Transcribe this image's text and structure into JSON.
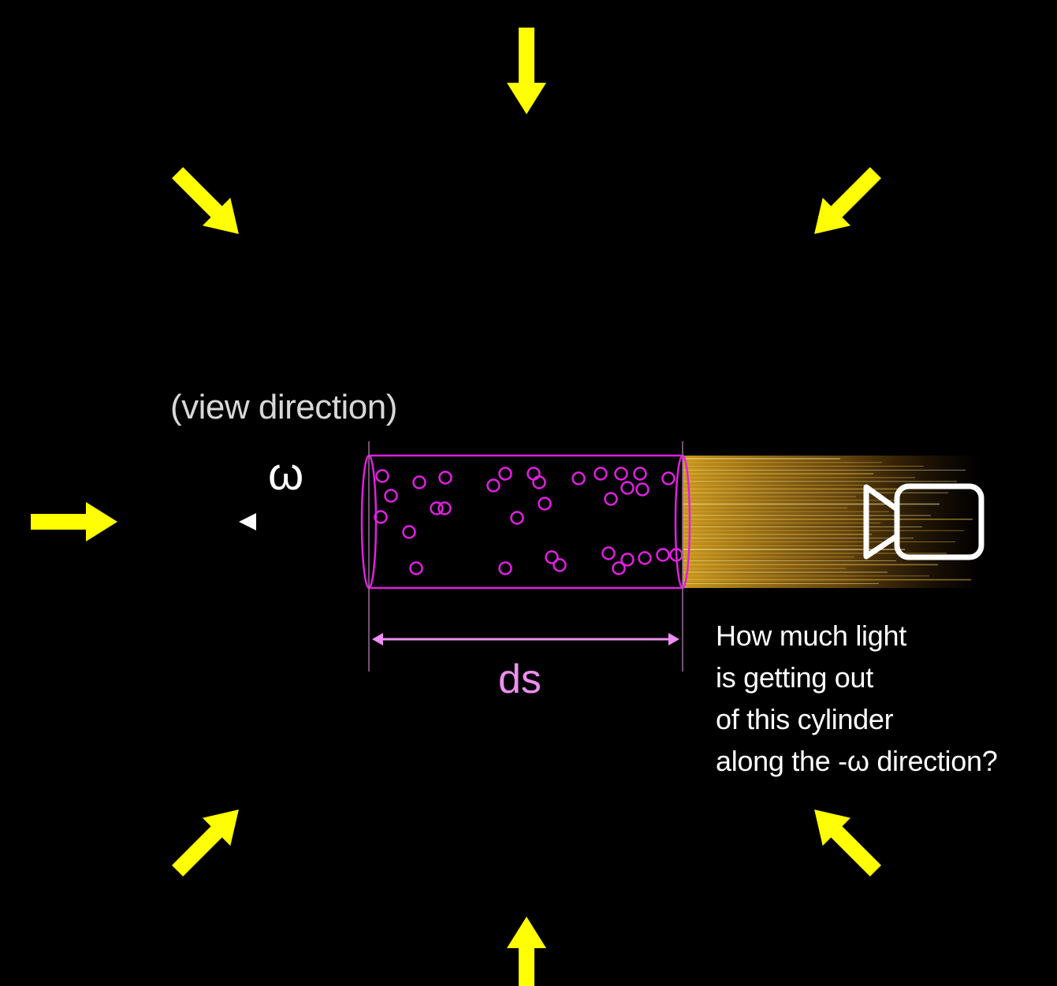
{
  "labels": {
    "view_direction": "(view direction)",
    "omega": "ω",
    "ds": "ds",
    "question": [
      "How much light",
      "is getting out",
      "of this cylinder",
      "along the -ω direction?"
    ]
  },
  "icons": {
    "light_arrows": "arrow-icon",
    "camera": "video-camera-icon"
  },
  "colors": {
    "background": "#000000",
    "light_arrow": "#ffff00",
    "cylinder": "#e020e0",
    "ds_label": "#ee8ef0",
    "view_ray": "#ffffff",
    "glow": "#d4a020"
  }
}
